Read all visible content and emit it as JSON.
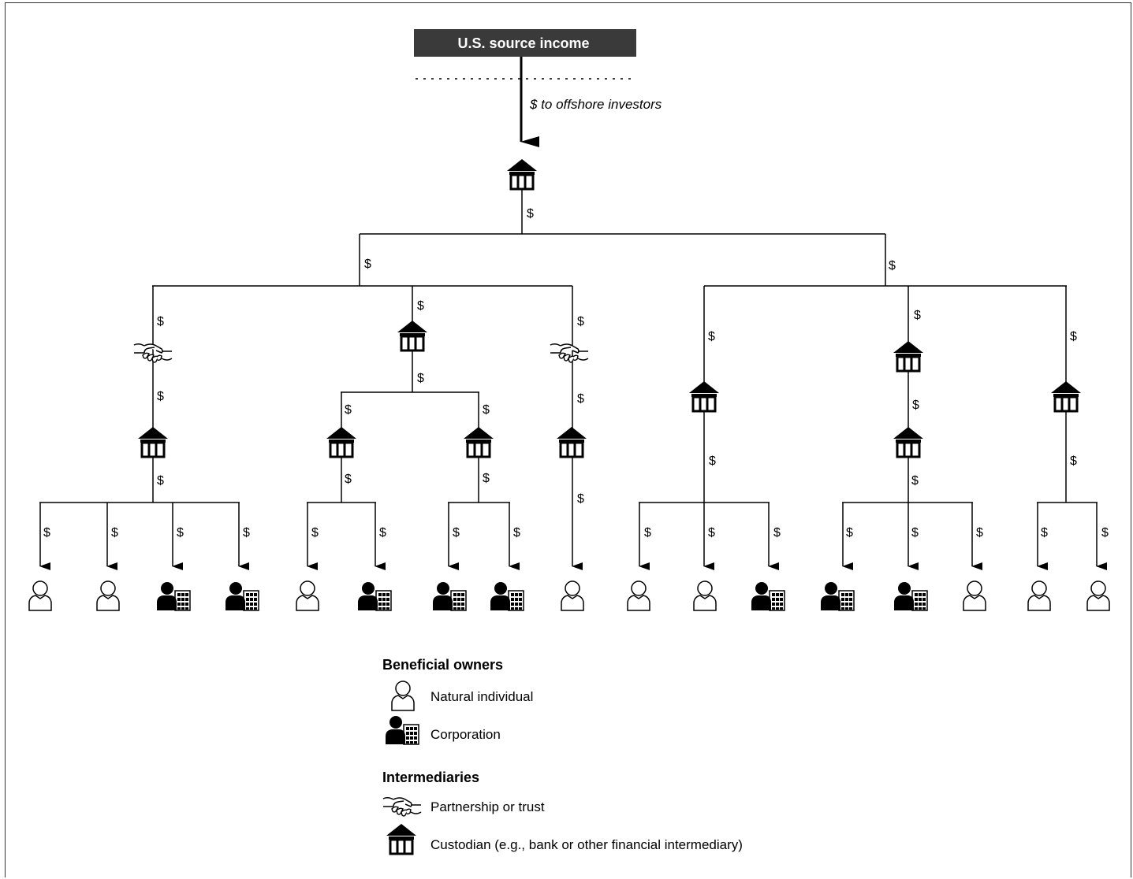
{
  "source": {
    "title": "U.S. source income",
    "flow_label": "$ to offshore investors"
  },
  "flow_symbol": "$",
  "legend": {
    "beneficial_owners": {
      "heading": "Beneficial owners",
      "individual": "Natural individual",
      "corporation": "Corporation"
    },
    "intermediaries": {
      "heading": "Intermediaries",
      "partnership": "Partnership or trust",
      "custodian": "Custodian (e.g., bank or other financial intermediary)"
    }
  },
  "nodes": {
    "top": "custodian",
    "branches": [
      {
        "intermediaries": [
          "partnership",
          "custodian"
        ],
        "owners": [
          "individual",
          "individual",
          "corporation",
          "corporation"
        ]
      },
      {
        "intermediaries": [
          "custodian",
          "custodian"
        ],
        "owners": [
          "individual",
          "corporation"
        ]
      },
      {
        "intermediaries": [
          "custodian",
          "custodian"
        ],
        "owners": [
          "corporation",
          "corporation"
        ]
      },
      {
        "intermediaries": [
          "partnership",
          "custodian"
        ],
        "owners": [
          "individual"
        ]
      },
      {
        "intermediaries": [
          "custodian"
        ],
        "owners": [
          "individual",
          "individual",
          "corporation"
        ]
      },
      {
        "intermediaries": [
          "custodian",
          "custodian"
        ],
        "owners": [
          "corporation",
          "corporation",
          "individual"
        ]
      },
      {
        "intermediaries": [
          "custodian"
        ],
        "owners": [
          "individual",
          "individual"
        ]
      }
    ]
  }
}
